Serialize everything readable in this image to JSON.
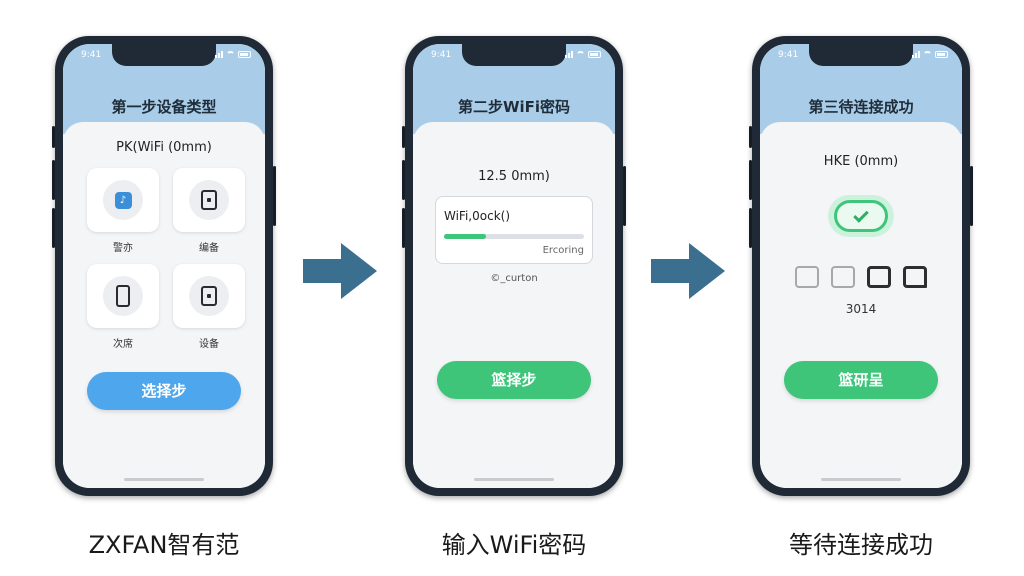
{
  "steps": [
    {
      "status_time": "9:41",
      "title": "第一步设备类型",
      "subtitle": "PK(WiFi (0mm)",
      "tiles": [
        {
          "icon": "blue-app-icon",
          "label": "警亦"
        },
        {
          "icon": "device-icon",
          "label": "编备"
        },
        {
          "icon": "phone-icon",
          "label": "次席"
        },
        {
          "icon": "device-icon",
          "label": "设备"
        }
      ],
      "button_label": "选择步",
      "caption": "ZXFAN智有范"
    },
    {
      "status_time": "9:41",
      "title": "第二步WiFi密码",
      "subtitle": "12.5 0mm)",
      "wifi_name": "WiFi,0ock()",
      "progress": 0.3,
      "progress_state": "Ercoring",
      "helper_text": "©_curton",
      "button_label": "篮择步",
      "caption": "输入WiFi密码"
    },
    {
      "status_time": "9:41",
      "title": "第三待连接成功",
      "subtitle": "HKE (0mm)",
      "code": "3014",
      "button_label": "篮研呈",
      "caption": "等待连接成功"
    }
  ],
  "colors": {
    "header": "#a9cde8",
    "blue_button": "#4ea6ec",
    "green_button": "#3ec57a",
    "arrow": "#3a6f8f"
  }
}
